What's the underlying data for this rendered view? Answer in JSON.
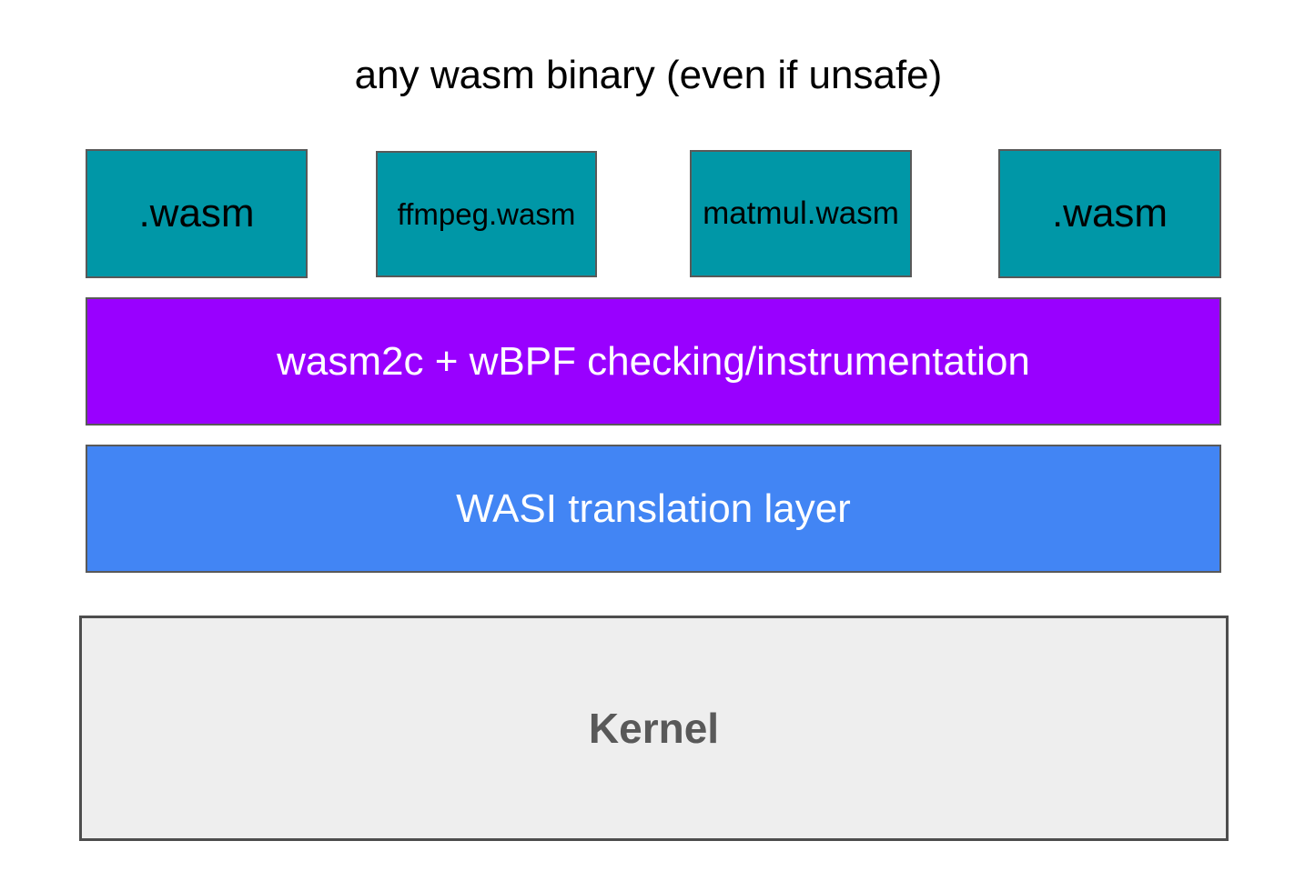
{
  "title": "any wasm binary (even if unsafe)",
  "wasm_binaries": [
    {
      "label": ".wasm"
    },
    {
      "label": "ffmpeg.wasm"
    },
    {
      "label": "matmul.wasm"
    },
    {
      "label": ".wasm"
    }
  ],
  "layers": {
    "instrumentation": {
      "label": "wasm2c + wBPF checking/instrumentation"
    },
    "wasi": {
      "label": "WASI translation layer"
    },
    "kernel": {
      "label": "Kernel"
    }
  },
  "colors": {
    "wasm_box_fill": "#0097a7",
    "instrumentation_fill": "#9900ff",
    "wasi_fill": "#4285f4",
    "kernel_fill": "#eeeeee",
    "box_border": "#595959",
    "kernel_border": "#4d4d4d",
    "kernel_text": "#595959",
    "layer_text": "#ffffff",
    "background": "#ffffff"
  }
}
